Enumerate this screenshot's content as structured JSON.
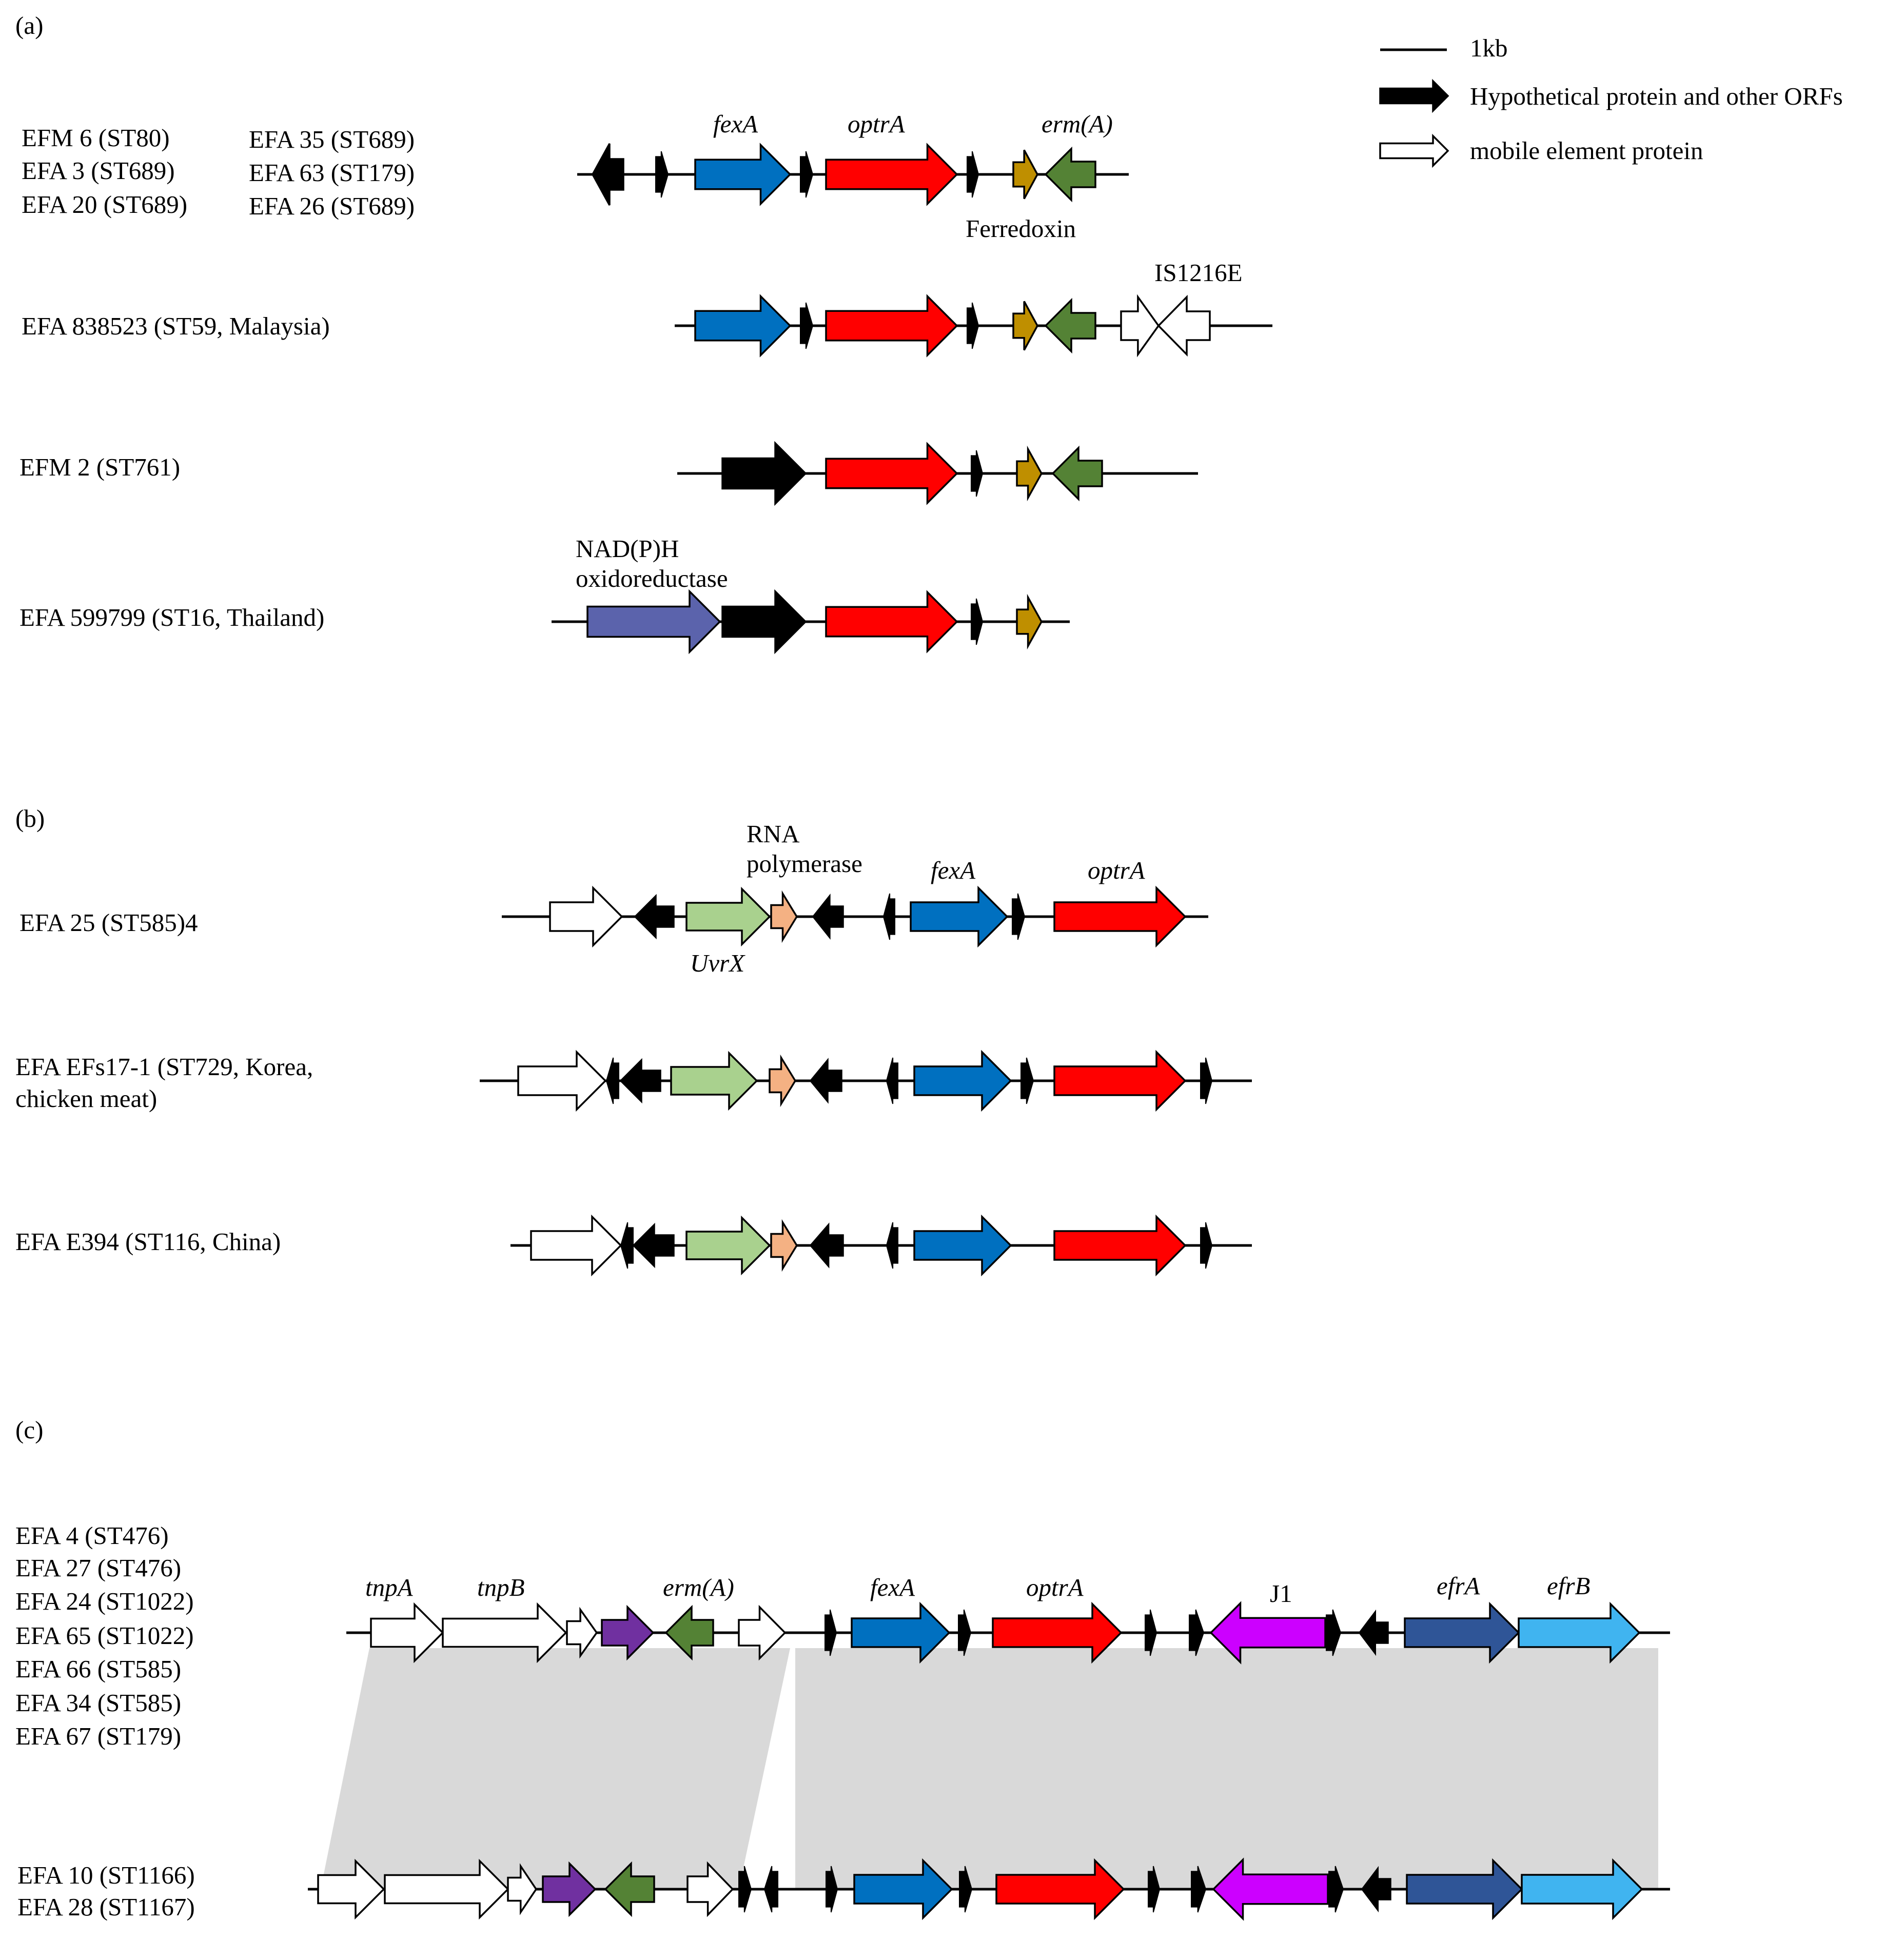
{
  "legend": {
    "scale": "1kb",
    "hypothetical": "Hypothetical protein and other ORFs",
    "mobile": "mobile element protein"
  },
  "panels": {
    "a": "(a)",
    "b": "(b)",
    "c": "(c)"
  },
  "colors": {
    "black": "#000000",
    "white": "#ffffff",
    "fexA": "#0070c0",
    "optrA": "#ff0000",
    "ferredoxin": "#bf8f00",
    "ermA": "#548235",
    "nadph": "#5b63ac",
    "uvrX": "#a9d18e",
    "rnapol": "#f4b183",
    "tnpA": "#ffffff",
    "ermA_purple": "#7030a0",
    "J1": "#cc00ff",
    "efrA": "#2f5597",
    "efrB": "#40b4f0",
    "shade": "#d9d9d9"
  },
  "strains": {
    "a1_col1": [
      "EFM 6 (ST80)",
      "EFA 3 (ST689)",
      "EFA 20 (ST689)"
    ],
    "a1_col2": [
      "EFA 35 (ST689)",
      "EFA 63 (ST179)",
      "EFA 26 (ST689)"
    ],
    "a2": "EFA 838523 (ST59, Malaysia)",
    "a3": "EFM 2 (ST761)",
    "a4": "EFA 599799 (ST16, Thailand)",
    "b1": "EFA 25 (ST585)4",
    "b2": [
      "EFA EFs17-1 (ST729, Korea,",
      "chicken meat)"
    ],
    "b3": "EFA E394 (ST116, China)",
    "c1": [
      "EFA 4 (ST476)",
      "EFA 27 (ST476)",
      "EFA 24 (ST1022)",
      "EFA 65 (ST1022)",
      "EFA 66 (ST585)",
      "EFA 34 (ST585)",
      "EFA 67 (ST179)"
    ],
    "c2": [
      "EFA 10 (ST1166)",
      "EFA 28 (ST1167)"
    ]
  },
  "gene_labels": {
    "fexA": "fexA",
    "optrA": "optrA",
    "ermA": "erm(A)",
    "ferredoxin": "Ferredoxin",
    "is1216e": "IS1216E",
    "nadph": [
      "NAD(P)H",
      "oxidoreductase"
    ],
    "rnapol": [
      "RNA",
      "polymerase"
    ],
    "uvrX": "UvrX",
    "tnpA": "tnpA",
    "tnpB": "tnpB",
    "J1": "J1",
    "efrA": "efrA",
    "efrB": "efrB"
  }
}
